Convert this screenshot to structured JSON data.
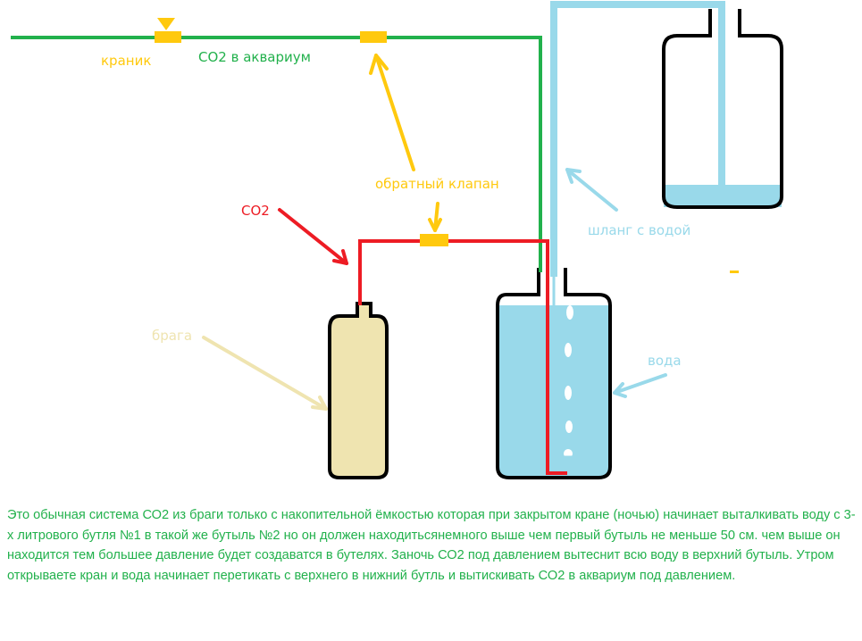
{
  "labels": {
    "tap": "краник",
    "co2_to_aquarium": "СО2 в аквариум",
    "check_valve": "обратный клапан",
    "co2": "СО2",
    "mash": "брага",
    "water_hose": "шланг с водой",
    "water": "вода"
  },
  "description": "Это обычная система СО2 из браги только с накопительной ёмкостью которая при закрытом кране (ночью) начинает выталкивать воду с 3-х литрового бутля №1 в такой же бутыль №2 но он должен находитьсянемного выше чем первый бутыль не меньше 50 см. чем выше он находится тем большее давление будет создаватся в бутелях. Заночь СО2 под давлением вытеснит всю воду в верхний бутыль. Утром открываете кран и вода начинает перетикать  с верхнего в нижний бутль и вытискивать СО2 в аквариум под давлением.",
  "colors": {
    "green": "#22b14c",
    "yellow": "#ffc90e",
    "red": "#ed1c24",
    "blue": "#99d9ea",
    "mash": "#efe4b0"
  }
}
